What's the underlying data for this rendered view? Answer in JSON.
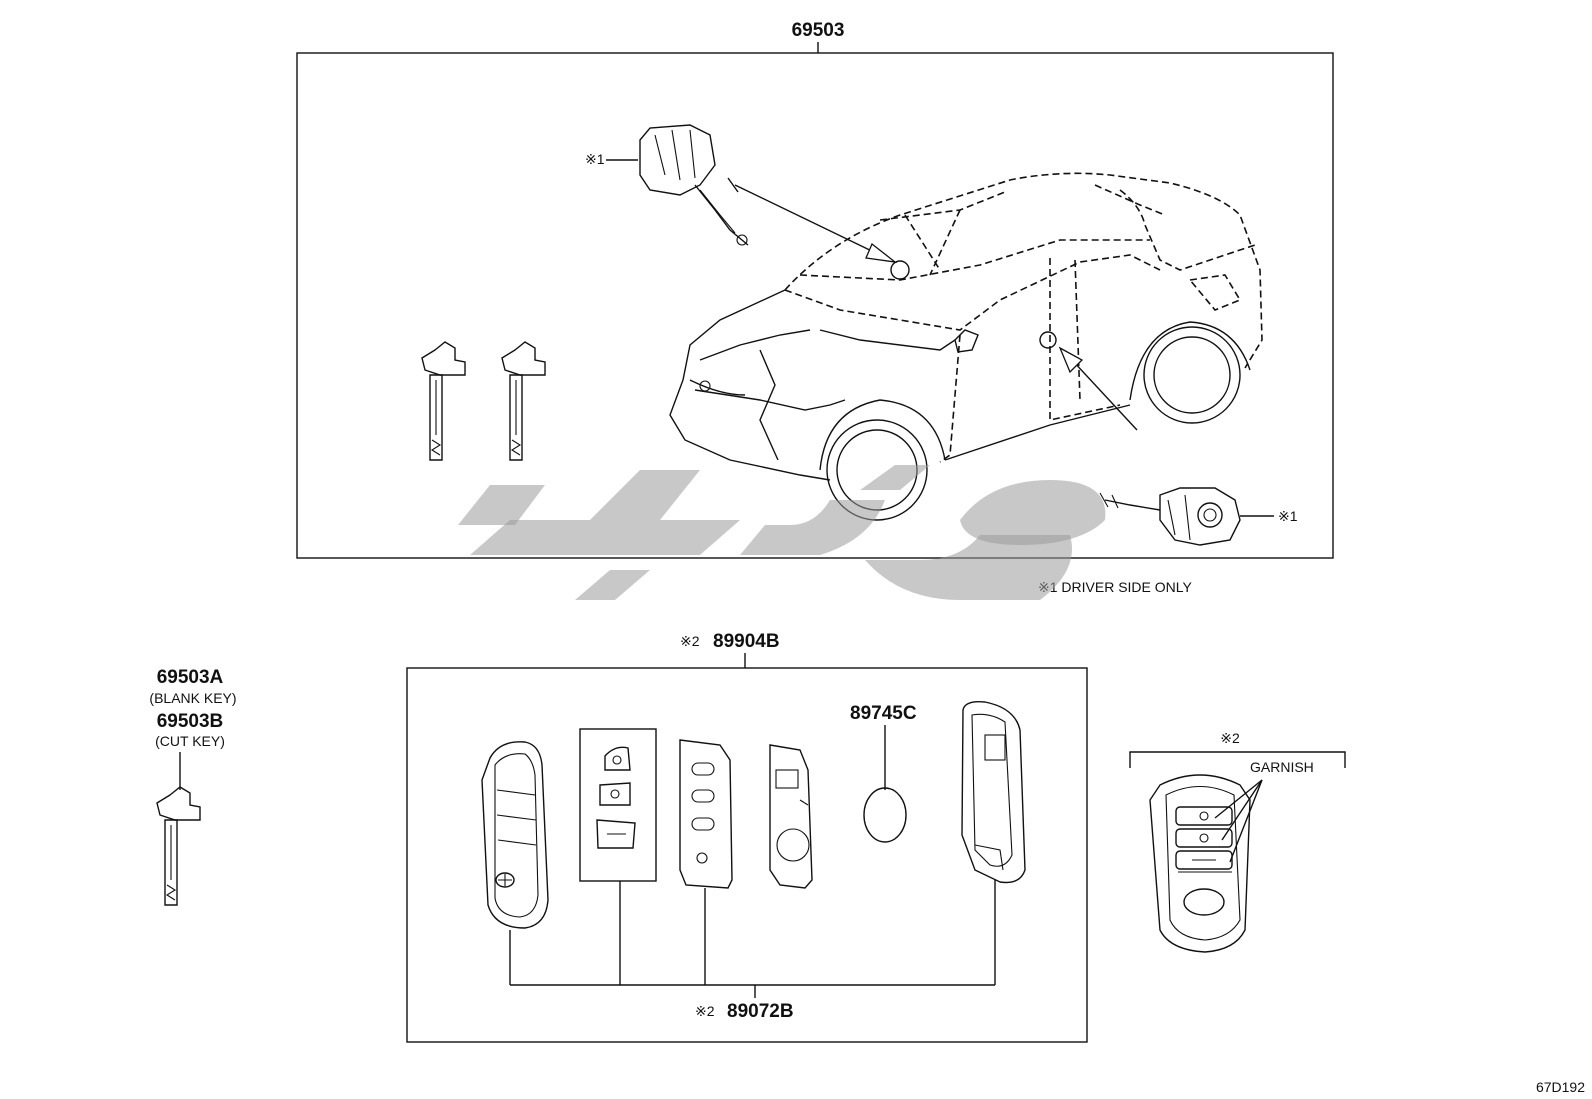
{
  "part_labels": {
    "main_assembly": "69503",
    "key_blank": "69503A",
    "key_blank_note": "(BLANK KEY)",
    "key_cut": "69503B",
    "key_cut_note": "(CUT KEY)",
    "transmitter_prefix": "※2",
    "transmitter": "89904B",
    "battery": "89745C",
    "case_prefix": "※2",
    "case": "89072B"
  },
  "annotations": {
    "cylinder_mark_top": "※1",
    "cylinder_mark_bottom": "※1",
    "footnote": "※1 DRIVER SIDE ONLY",
    "garnish_mark": "※2",
    "garnish_label": "GARNISH"
  },
  "diagram_code": "67D192",
  "icons": {
    "vehicle": "car-outline-icon",
    "door-lock-cylinder": "lock-cylinder-icon",
    "key": "key-icon",
    "fob": "smart-key-icon",
    "battery": "coin-battery-icon",
    "watermark": "watermark-logo"
  }
}
